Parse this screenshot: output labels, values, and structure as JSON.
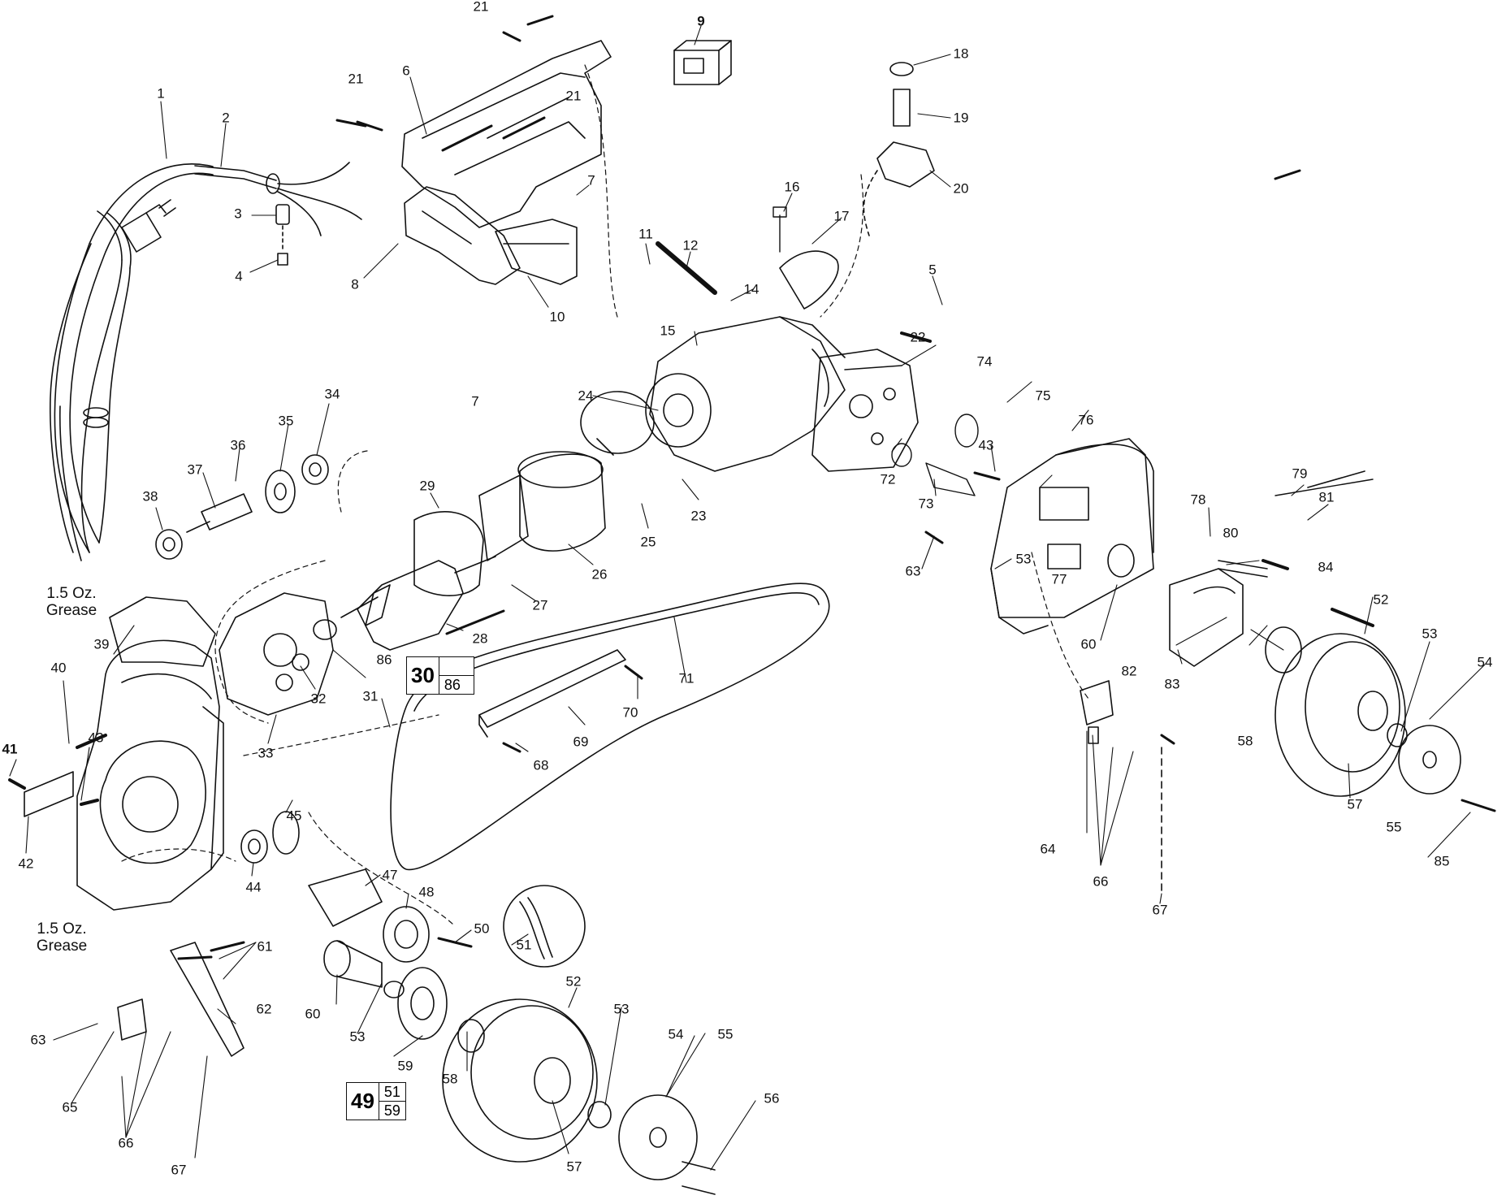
{
  "labels": [
    {
      "id": "p1",
      "text": "1"
    },
    {
      "id": "p2",
      "text": "2"
    },
    {
      "id": "p3",
      "text": "3"
    },
    {
      "id": "p4",
      "text": "4"
    },
    {
      "id": "p5",
      "text": "5"
    },
    {
      "id": "p6",
      "text": "6"
    },
    {
      "id": "p7a",
      "text": "7"
    },
    {
      "id": "p7b",
      "text": "7"
    },
    {
      "id": "p8",
      "text": "8"
    },
    {
      "id": "p9",
      "text": "9"
    },
    {
      "id": "p10",
      "text": "10"
    },
    {
      "id": "p11",
      "text": "11"
    },
    {
      "id": "p12",
      "text": "12"
    },
    {
      "id": "p14",
      "text": "14"
    },
    {
      "id": "p15",
      "text": "15"
    },
    {
      "id": "p16",
      "text": "16"
    },
    {
      "id": "p17",
      "text": "17"
    },
    {
      "id": "p18",
      "text": "18"
    },
    {
      "id": "p19",
      "text": "19"
    },
    {
      "id": "p20",
      "text": "20"
    },
    {
      "id": "p21a",
      "text": "21"
    },
    {
      "id": "p21b",
      "text": "21"
    },
    {
      "id": "p21c",
      "text": "21"
    },
    {
      "id": "p22",
      "text": "22"
    },
    {
      "id": "p23",
      "text": "23"
    },
    {
      "id": "p24",
      "text": "24"
    },
    {
      "id": "p25",
      "text": "25"
    },
    {
      "id": "p26",
      "text": "26"
    },
    {
      "id": "p27",
      "text": "27"
    },
    {
      "id": "p28",
      "text": "28"
    },
    {
      "id": "p29",
      "text": "29"
    },
    {
      "id": "p31",
      "text": "31"
    },
    {
      "id": "p32",
      "text": "32"
    },
    {
      "id": "p33",
      "text": "33"
    },
    {
      "id": "p34",
      "text": "34"
    },
    {
      "id": "p35",
      "text": "35"
    },
    {
      "id": "p36",
      "text": "36"
    },
    {
      "id": "p37",
      "text": "37"
    },
    {
      "id": "p38",
      "text": "38"
    },
    {
      "id": "p39",
      "text": "39"
    },
    {
      "id": "p40",
      "text": "40"
    },
    {
      "id": "p41",
      "text": "41"
    },
    {
      "id": "p42",
      "text": "42"
    },
    {
      "id": "p43a",
      "text": "43"
    },
    {
      "id": "p43b",
      "text": "43"
    },
    {
      "id": "p44",
      "text": "44"
    },
    {
      "id": "p45",
      "text": "45"
    },
    {
      "id": "p47",
      "text": "47"
    },
    {
      "id": "p48",
      "text": "48"
    },
    {
      "id": "p50",
      "text": "50"
    },
    {
      "id": "p51",
      "text": "51"
    },
    {
      "id": "p52a",
      "text": "52"
    },
    {
      "id": "p52b",
      "text": "52"
    },
    {
      "id": "p53a",
      "text": "53"
    },
    {
      "id": "p53b",
      "text": "53"
    },
    {
      "id": "p53c",
      "text": "53"
    },
    {
      "id": "p53d",
      "text": "53"
    },
    {
      "id": "p54a",
      "text": "54"
    },
    {
      "id": "p54b",
      "text": "54"
    },
    {
      "id": "p55a",
      "text": "55"
    },
    {
      "id": "p55b",
      "text": "55"
    },
    {
      "id": "p56",
      "text": "56"
    },
    {
      "id": "p57a",
      "text": "57"
    },
    {
      "id": "p57b",
      "text": "57"
    },
    {
      "id": "p58a",
      "text": "58"
    },
    {
      "id": "p58b",
      "text": "58"
    },
    {
      "id": "p59",
      "text": "59"
    },
    {
      "id": "p60a",
      "text": "60"
    },
    {
      "id": "p60b",
      "text": "60"
    },
    {
      "id": "p61",
      "text": "61"
    },
    {
      "id": "p62",
      "text": "62"
    },
    {
      "id": "p63a",
      "text": "63"
    },
    {
      "id": "p63b",
      "text": "63"
    },
    {
      "id": "p64",
      "text": "64"
    },
    {
      "id": "p65",
      "text": "65"
    },
    {
      "id": "p66a",
      "text": "66"
    },
    {
      "id": "p66b",
      "text": "66"
    },
    {
      "id": "p67a",
      "text": "67"
    },
    {
      "id": "p67b",
      "text": "67"
    },
    {
      "id": "p68",
      "text": "68"
    },
    {
      "id": "p69",
      "text": "69"
    },
    {
      "id": "p70",
      "text": "70"
    },
    {
      "id": "p71",
      "text": "71"
    },
    {
      "id": "p72",
      "text": "72"
    },
    {
      "id": "p73",
      "text": "73"
    },
    {
      "id": "p74",
      "text": "74"
    },
    {
      "id": "p75",
      "text": "75"
    },
    {
      "id": "p76",
      "text": "76"
    },
    {
      "id": "p77",
      "text": "77"
    },
    {
      "id": "p78",
      "text": "78"
    },
    {
      "id": "p79",
      "text": "79"
    },
    {
      "id": "p80",
      "text": "80"
    },
    {
      "id": "p81",
      "text": "81"
    },
    {
      "id": "p82",
      "text": "82"
    },
    {
      "id": "p83",
      "text": "83"
    },
    {
      "id": "p84",
      "text": "84"
    },
    {
      "id": "p85",
      "text": "85"
    },
    {
      "id": "p86",
      "text": "86"
    }
  ],
  "notes": {
    "grease_top": "1.5 Oz.\nGrease",
    "grease_bottom": "1.5 Oz.\nGrease"
  },
  "kits": {
    "armature_kit": {
      "main": "30",
      "subs": [
        "",
        "86"
      ]
    },
    "sprocket_kit": {
      "main": "49",
      "subs": [
        "51",
        "59"
      ]
    }
  }
}
